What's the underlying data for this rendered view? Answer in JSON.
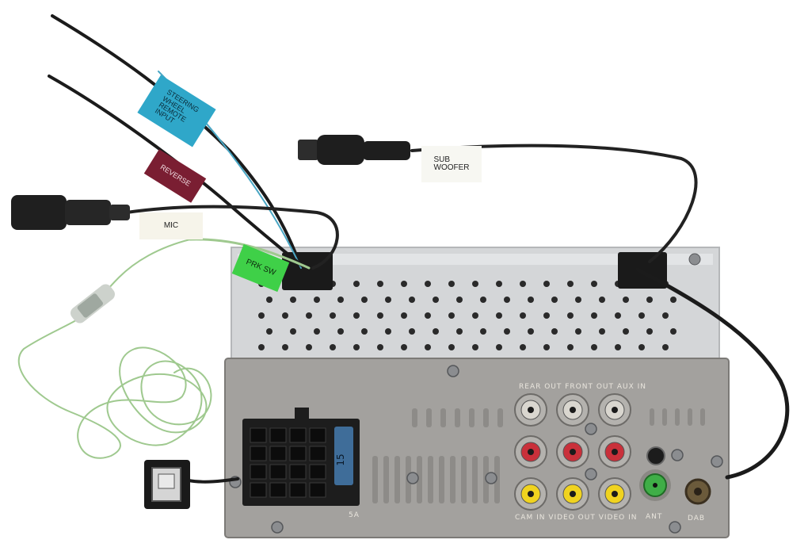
{
  "labels": {
    "steering": "STEERING\nWHEEL\nREMOTE\nINPUT",
    "reverse": "REVERSE",
    "mic": "MIC",
    "prk_sw": "PRK  SW",
    "subwoofer": "SUB\nWOOFER"
  },
  "panel_text": {
    "fuse": "15",
    "fuse_rating": "5A",
    "ant": "ANT",
    "dab": "DAB",
    "top_rca": "REAR OUT  FRONT OUT  AUX IN",
    "bottom_rca": "CAM IN  VIDEO OUT  VIDEO IN"
  },
  "colors": {
    "steering": "#2fa7c9",
    "reverse": "#7a1e32",
    "mic": "#f6f4ea",
    "prk_sw": "#3fd048",
    "subwoofer": "#f7f7f2",
    "panel": "#a3a19e",
    "cage": "#d6d8da",
    "green_wire": "#9fc98f"
  }
}
